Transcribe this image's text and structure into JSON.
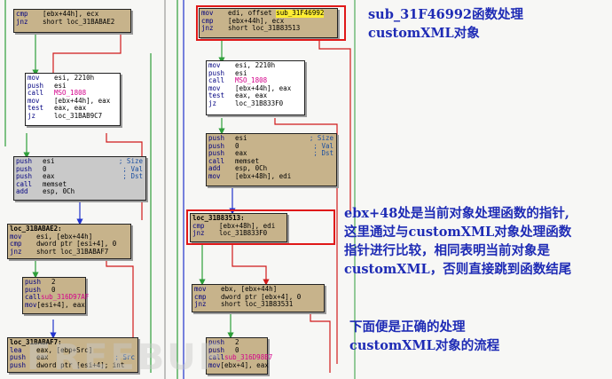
{
  "colors": {
    "annotation_text": "#1e2bb5",
    "highlight_box": "#e01818",
    "block_tan": "#c7b38b",
    "block_grey": "#c9c9c9",
    "edge_green": "#2e9e3a",
    "edge_red": "#d01a1a",
    "edge_blue": "#2233cc"
  },
  "watermark": "FREEBUF",
  "left": {
    "b1": [
      {
        "op": "cmp",
        "args": "[ebx+44h], ecx"
      },
      {
        "op": "jnz",
        "args": "short loc_31BABAE2"
      }
    ],
    "b2": [
      {
        "op": "mov",
        "args": "esi, 2210h"
      },
      {
        "op": "push",
        "args": "esi"
      },
      {
        "op": "call",
        "args": "MSO_1808"
      },
      {
        "op": "mov",
        "args": "[ebx+44h], eax"
      },
      {
        "op": "test",
        "args": "eax, eax"
      },
      {
        "op": "jz",
        "args": "loc_31BAB9C7"
      }
    ],
    "b3": [
      {
        "op": "push",
        "args": "esi",
        "cmt": "; Size"
      },
      {
        "op": "push",
        "args": "0",
        "cmt": "; Val"
      },
      {
        "op": "push",
        "args": "eax",
        "cmt": "; Dst"
      },
      {
        "op": "call",
        "args": "memset"
      },
      {
        "op": "add",
        "args": "esp, 0Ch"
      }
    ],
    "b4": [
      {
        "op": "",
        "args": "loc_31BABAE2:"
      },
      {
        "op": "mov",
        "args": "esi, [ebx+44h]"
      },
      {
        "op": "cmp",
        "args": "dword ptr [esi+4], 0"
      },
      {
        "op": "jnz",
        "args": "short loc_31BABAF7"
      }
    ],
    "b5": [
      {
        "op": "push",
        "args": "2"
      },
      {
        "op": "push",
        "args": "0"
      },
      {
        "op": "call",
        "args": "sub_316D97AF"
      },
      {
        "op": "mov",
        "args": "[esi+4], eax"
      }
    ],
    "b6": [
      {
        "op": "",
        "args": "loc_31BABAF7:"
      },
      {
        "op": "lea",
        "args": "eax, [ebp+Src]"
      },
      {
        "op": "push",
        "args": "eax",
        "cmt": "; Src"
      },
      {
        "op": "push",
        "args": "dword ptr [esi+4]; int"
      }
    ]
  },
  "right": {
    "r1": [
      {
        "op": "mov",
        "args": "edi, offset ",
        "hl": "sub_31F46992"
      },
      {
        "op": "cmp",
        "args": "[ebx+44h], ecx"
      },
      {
        "op": "jnz",
        "args": "short loc_31B83513"
      }
    ],
    "r2": [
      {
        "op": "mov",
        "args": "esi, 2210h"
      },
      {
        "op": "push",
        "args": "esi"
      },
      {
        "op": "call",
        "args": "MSO_1808"
      },
      {
        "op": "mov",
        "args": "[ebx+44h], eax"
      },
      {
        "op": "test",
        "args": "eax, eax"
      },
      {
        "op": "jz",
        "args": "loc_31B833F0"
      }
    ],
    "r3": [
      {
        "op": "push",
        "args": "esi",
        "cmt": "; Size"
      },
      {
        "op": "push",
        "args": "0",
        "cmt": "; Val"
      },
      {
        "op": "push",
        "args": "eax",
        "cmt": "; Dst"
      },
      {
        "op": "call",
        "args": "memset"
      },
      {
        "op": "add",
        "args": "esp, 0Ch"
      },
      {
        "op": "mov",
        "args": "[ebx+48h], edi"
      }
    ],
    "r4": [
      {
        "op": "",
        "args": "loc_31B83513:"
      },
      {
        "op": "cmp",
        "args": "[ebx+48h], edi"
      },
      {
        "op": "jnz",
        "args": "loc_31B833F0"
      }
    ],
    "r5": [
      {
        "op": "mov",
        "args": "ebx, [ebx+44h]"
      },
      {
        "op": "cmp",
        "args": "dword ptr [ebx+4], 0"
      },
      {
        "op": "jnz",
        "args": "short loc_31B83531"
      }
    ],
    "r6": [
      {
        "op": "push",
        "args": "2"
      },
      {
        "op": "push",
        "args": "0"
      },
      {
        "op": "call",
        "args": "sub_316D98B7"
      },
      {
        "op": "mov",
        "args": "[ebx+4], eax"
      }
    ]
  },
  "notes": {
    "n1": [
      "sub_31F46992函数处理",
      "customXML对象"
    ],
    "n2": [
      "ebx+48处是当前对象处理函数的指针,",
      "这里通过与customXML对象处理函数",
      "指针进行比较，相同表明当前对象是",
      "customXML，否则直接跳到函数结尾"
    ],
    "n3": [
      "下面便是正确的处理",
      "customXML对象的流程"
    ]
  }
}
